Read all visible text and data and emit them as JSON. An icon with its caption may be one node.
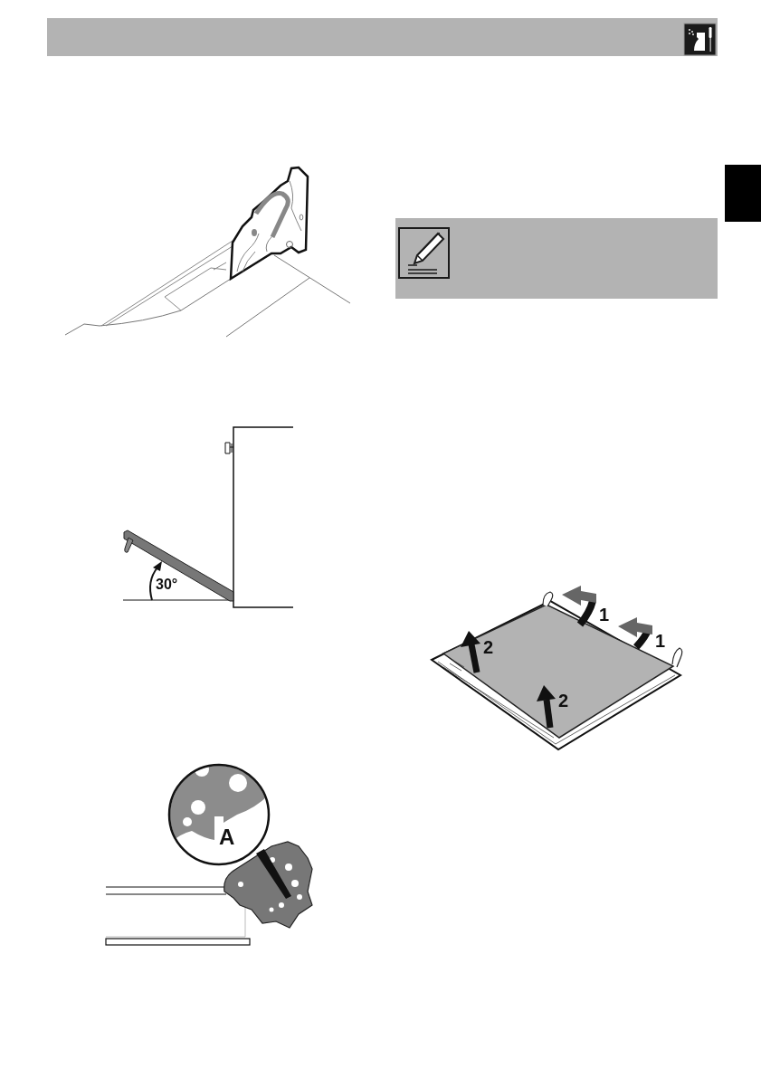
{
  "diagram": {
    "labels": [
      "30°",
      "A",
      "1",
      "1",
      "2",
      "2"
    ]
  }
}
